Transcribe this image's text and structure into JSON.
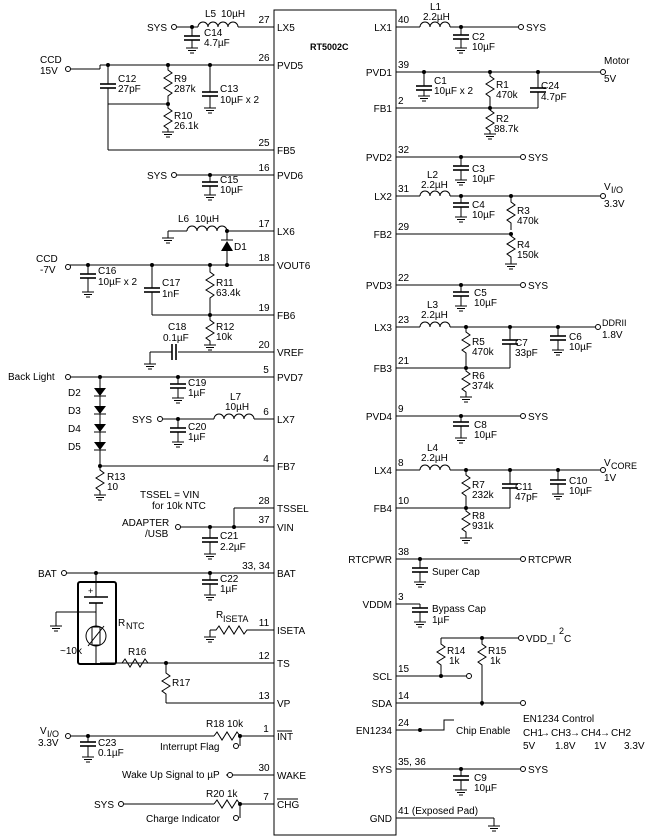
{
  "chip": {
    "name": "RT5002C"
  },
  "left_pins": [
    {
      "num": "27",
      "name": "LX5"
    },
    {
      "num": "26",
      "name": "PVD5"
    },
    {
      "num": "25",
      "name": "FB5"
    },
    {
      "num": "16",
      "name": "PVD6"
    },
    {
      "num": "17",
      "name": "LX6"
    },
    {
      "num": "18",
      "name": "VOUT6"
    },
    {
      "num": "19",
      "name": "FB6"
    },
    {
      "num": "20",
      "name": "VREF"
    },
    {
      "num": "5",
      "name": "PVD7"
    },
    {
      "num": "6",
      "name": "LX7"
    },
    {
      "num": "4",
      "name": "FB7"
    },
    {
      "num": "28",
      "name": "TSSEL"
    },
    {
      "num": "37",
      "name": "VIN"
    },
    {
      "num": "33, 34",
      "name": "BAT"
    },
    {
      "num": "11",
      "name": "ISETA"
    },
    {
      "num": "12",
      "name": "TS"
    },
    {
      "num": "13",
      "name": "VP"
    },
    {
      "num": "1",
      "name": "INT"
    },
    {
      "num": "30",
      "name": "WAKE"
    },
    {
      "num": "7",
      "name": "CHG"
    }
  ],
  "right_pins": [
    {
      "num": "40",
      "name": "LX1"
    },
    {
      "num": "39",
      "name": "PVD1"
    },
    {
      "num": "2",
      "name": "FB1"
    },
    {
      "num": "32",
      "name": "PVD2"
    },
    {
      "num": "31",
      "name": "LX2"
    },
    {
      "num": "29",
      "name": "FB2"
    },
    {
      "num": "22",
      "name": "PVD3"
    },
    {
      "num": "23",
      "name": "LX3"
    },
    {
      "num": "21",
      "name": "FB3"
    },
    {
      "num": "9",
      "name": "PVD4"
    },
    {
      "num": "8",
      "name": "LX4"
    },
    {
      "num": "10",
      "name": "FB4"
    },
    {
      "num": "38",
      "name": "RTCPWR"
    },
    {
      "num": "3",
      "name": "VDDM"
    },
    {
      "num": "15",
      "name": "SCL"
    },
    {
      "num": "14",
      "name": "SDA"
    },
    {
      "num": "24",
      "name": "EN1234"
    },
    {
      "num": "35, 36",
      "name": "SYS"
    },
    {
      "num": "41 (Exposed Pad)",
      "name": "GND"
    }
  ],
  "components": {
    "l5": {
      "ref": "L5",
      "value": "10µH"
    },
    "c14": {
      "ref": "C14",
      "value": "4.7µF"
    },
    "c12": {
      "ref": "C12",
      "value": "27pF"
    },
    "r9": {
      "ref": "R9",
      "value": "287k"
    },
    "c13": {
      "ref": "C13",
      "value": "10µF x 2"
    },
    "r10": {
      "ref": "R10",
      "value": "26.1k"
    },
    "c15": {
      "ref": "C15",
      "value": "10µF"
    },
    "l6": {
      "ref": "L6",
      "value": "10µH"
    },
    "d1": {
      "ref": "D1"
    },
    "c16": {
      "ref": "C16",
      "value": "10µF x 2"
    },
    "c17": {
      "ref": "C17",
      "value": "1nF"
    },
    "r11": {
      "ref": "R11",
      "value": "63.4k"
    },
    "r12": {
      "ref": "R12",
      "value": "10k"
    },
    "c18": {
      "ref": "C18",
      "value": "0.1µF"
    },
    "c19": {
      "ref": "C19",
      "value": "1µF"
    },
    "l7": {
      "ref": "L7",
      "value": "10µH"
    },
    "c20": {
      "ref": "C20",
      "value": "1µF"
    },
    "d2": {
      "ref": "D2"
    },
    "d3": {
      "ref": "D3"
    },
    "d4": {
      "ref": "D4"
    },
    "d5": {
      "ref": "D5"
    },
    "r13": {
      "ref": "R13",
      "value": "10"
    },
    "c21": {
      "ref": "C21",
      "value": "2.2µF"
    },
    "c22": {
      "ref": "C22",
      "value": "1µF"
    },
    "riseta": {
      "ref": "R",
      "sub": "ISETA"
    },
    "rntc": {
      "ref": "R",
      "sub": "NTC",
      "value": "~10k"
    },
    "r16": {
      "ref": "R16"
    },
    "r17": {
      "ref": "R17"
    },
    "c23": {
      "ref": "C23",
      "value": "0.1µF"
    },
    "r18": {
      "ref": "R18",
      "value": "10k"
    },
    "r20": {
      "ref": "R20",
      "value": "1k"
    },
    "l1": {
      "ref": "L1",
      "value": "2.2µH"
    },
    "c2": {
      "ref": "C2",
      "value": "10µF"
    },
    "c1": {
      "ref": "C1",
      "value": "10µF x 2"
    },
    "r1": {
      "ref": "R1",
      "value": "470k"
    },
    "c24": {
      "ref": "C24",
      "value": "4.7pF"
    },
    "r2": {
      "ref": "R2",
      "value": "88.7k"
    },
    "c3": {
      "ref": "C3",
      "value": "10µF"
    },
    "l2": {
      "ref": "L2",
      "value": "2.2µH"
    },
    "c4": {
      "ref": "C4",
      "value": "10µF"
    },
    "r3": {
      "ref": "R3",
      "value": "470k"
    },
    "r4": {
      "ref": "R4",
      "value": "150k"
    },
    "c5": {
      "ref": "C5",
      "value": "10µF"
    },
    "l3": {
      "ref": "L3",
      "value": "2.2µH"
    },
    "r5": {
      "ref": "R5",
      "value": "470k"
    },
    "c7": {
      "ref": "C7",
      "value": "33pF"
    },
    "c6": {
      "ref": "C6",
      "value": "10µF"
    },
    "r6": {
      "ref": "R6",
      "value": "374k"
    },
    "c8": {
      "ref": "C8",
      "value": "10µF"
    },
    "l4": {
      "ref": "L4",
      "value": "2.2µH"
    },
    "r7": {
      "ref": "R7",
      "value": "232k"
    },
    "c11": {
      "ref": "C11",
      "value": "47pF"
    },
    "c10": {
      "ref": "C10",
      "value": "10µF"
    },
    "r8": {
      "ref": "R8",
      "value": "931k"
    },
    "r14": {
      "ref": "R14",
      "value": "1k"
    },
    "r15": {
      "ref": "R15",
      "value": "1k"
    },
    "c9": {
      "ref": "C9",
      "value": "10µF"
    }
  },
  "nets": {
    "sys": "SYS",
    "ccd15": [
      "CCD",
      "15V"
    ],
    "ccdm7": [
      "CCD",
      "-7V"
    ],
    "backlight": "Back Light",
    "tssel_note": [
      "TSSEL = VIN",
      "for 10k NTC"
    ],
    "adapter": [
      "ADAPTER",
      "/USB"
    ],
    "bat": "BAT",
    "vio_left": [
      "V",
      "I/O",
      "3.3V"
    ],
    "interrupt": "Interrupt Flag",
    "wakeup": "Wake Up Signal to µP",
    "charge": "Charge Indicator",
    "motor": [
      "Motor",
      "5V"
    ],
    "vio_right": [
      "V",
      "I/O",
      "3.3V"
    ],
    "ddrii": [
      "DDRII",
      "1.8V"
    ],
    "vcore": [
      "V",
      "CORE",
      "1V"
    ],
    "rtcpwr": "RTCPWR",
    "super_cap": "Super Cap",
    "bypass_cap": [
      "Bypass Cap",
      "1µF"
    ],
    "vdd_i2c": [
      "VDD_I",
      "2",
      "C"
    ],
    "chip_enable": "Chip Enable",
    "en_control": [
      "EN1234 Control",
      "CH1",
      "CH3",
      "CH4",
      "CH2",
      "5V",
      "1.8V",
      "1V",
      "3.3V"
    ]
  }
}
